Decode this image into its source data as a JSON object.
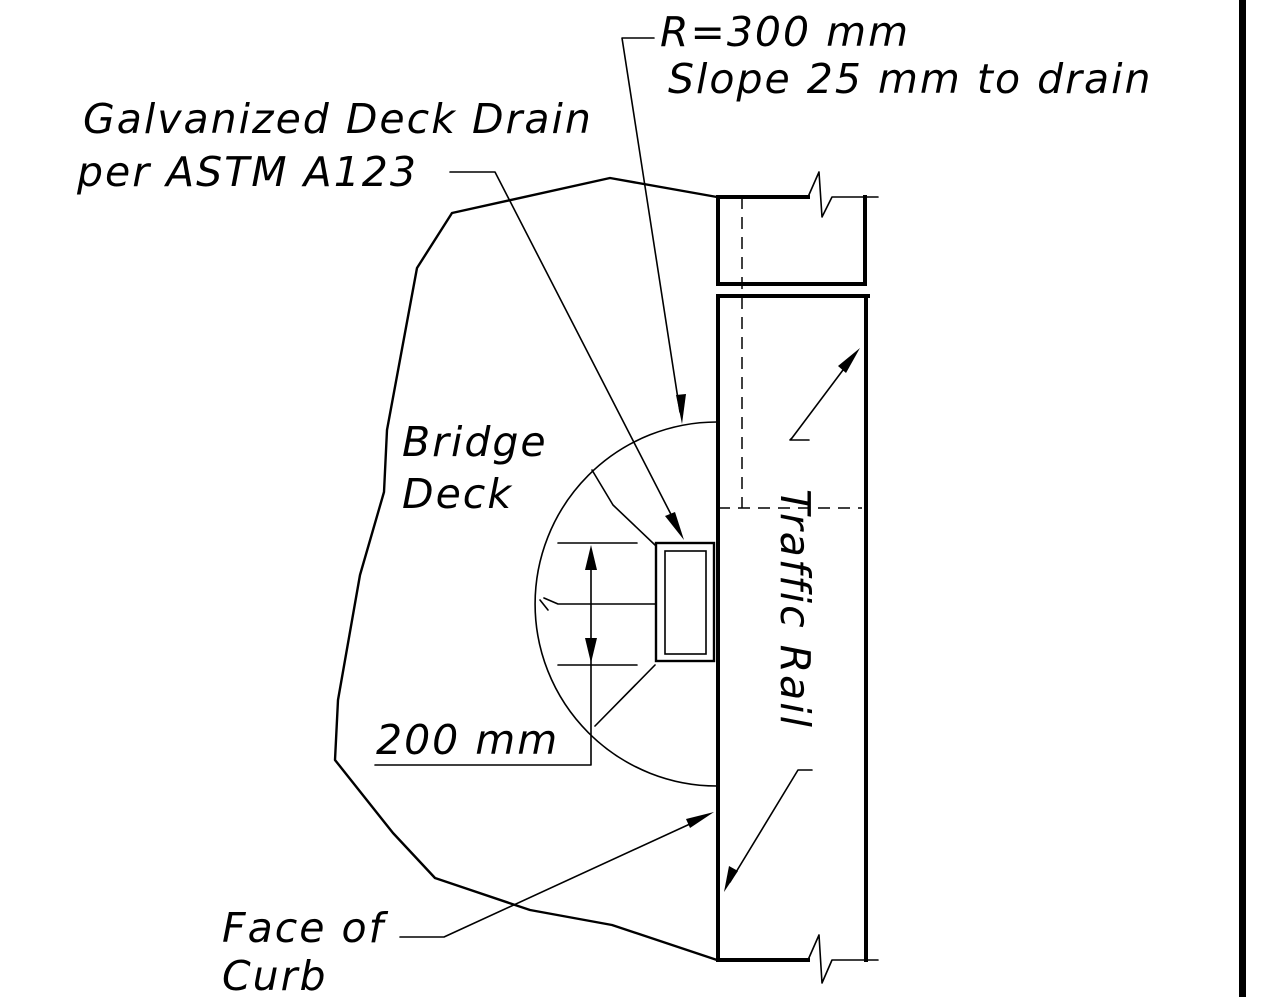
{
  "labels": {
    "radius": "R=300 mm",
    "slope": "Slope 25 mm to drain",
    "drain_line1": "Galvanized Deck Drain",
    "drain_line2": "per ASTM A123",
    "deck_line1": "Bridge",
    "deck_line2": "Deck",
    "rail": "Traffic Rail",
    "dimension": "200 mm",
    "curb_line1": "Face of",
    "curb_line2": "Curb"
  },
  "colors": {
    "ink": "#000000",
    "paper": "#ffffff"
  }
}
